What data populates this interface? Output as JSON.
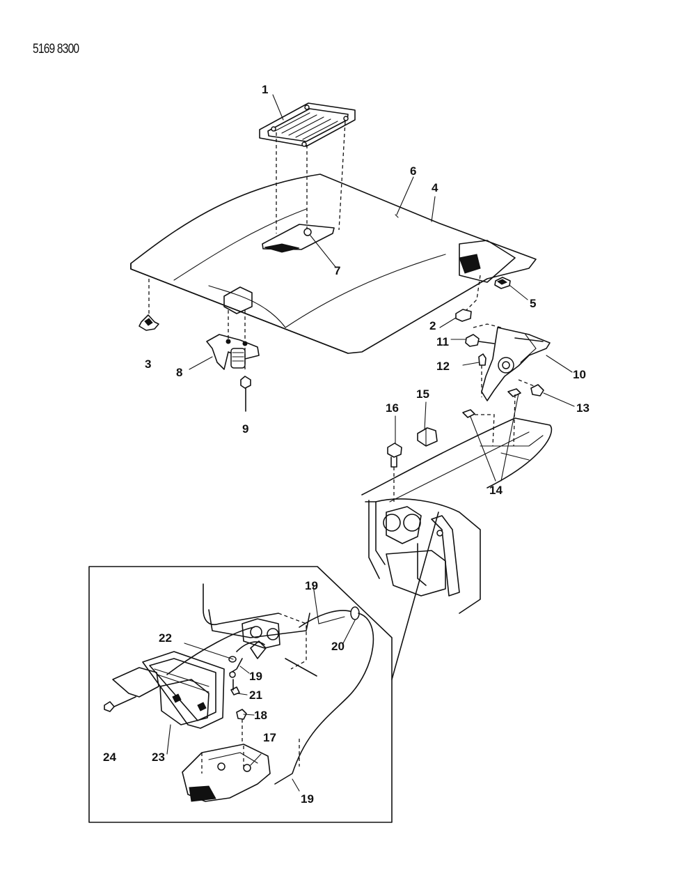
{
  "document": {
    "id": "5169 8300"
  },
  "callouts": [
    {
      "n": "1"
    },
    {
      "n": "2"
    },
    {
      "n": "3"
    },
    {
      "n": "4"
    },
    {
      "n": "5"
    },
    {
      "n": "6"
    },
    {
      "n": "7"
    },
    {
      "n": "8"
    },
    {
      "n": "9"
    },
    {
      "n": "10"
    },
    {
      "n": "11"
    },
    {
      "n": "12"
    },
    {
      "n": "13"
    },
    {
      "n": "14"
    },
    {
      "n": "15"
    },
    {
      "n": "16"
    },
    {
      "n": "17"
    },
    {
      "n": "18"
    },
    {
      "n": "19"
    },
    {
      "n": "19"
    },
    {
      "n": "19"
    },
    {
      "n": "20"
    },
    {
      "n": "21"
    },
    {
      "n": "22"
    },
    {
      "n": "23"
    },
    {
      "n": "24"
    }
  ]
}
